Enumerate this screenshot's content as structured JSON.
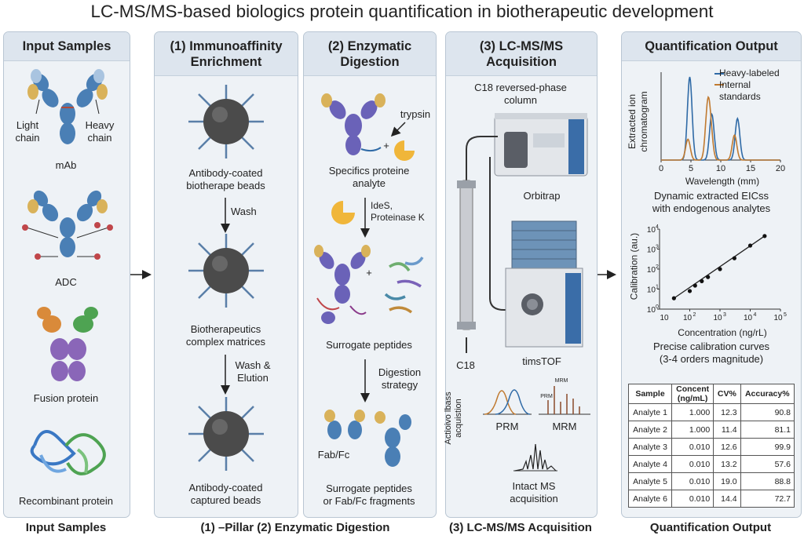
{
  "title": "LC-MS/MS-based biologics protein quantification in biotherapeutic development",
  "panel1": {
    "header": "Input Samples",
    "light_chain": "Light\nchain",
    "heavy_chain": "Heavy\nchain",
    "mab": "mAb",
    "adc": "ADC",
    "fusion": "Fusion protein",
    "recombinant": "Recombinant protein"
  },
  "panel2": {
    "header": "(1) Immunoaffinity\nEnrichment",
    "beads1": "Antibody-coated\nbiotherape beads",
    "wash": "Wash",
    "complex": "Biotherapeutics\ncomplex matrices",
    "wash_elution": "Wash &\nElution",
    "captured": "Antibody-coated\ncaptured beads"
  },
  "panel3": {
    "header": "(2) Enzymatic\nDigestion",
    "trypsin": "trypsin",
    "plus": "+",
    "analyte": "Specifics proteine\nanalyte",
    "enzymes": "IdeS,\nProteinase K",
    "surrogate": "Surrogate peptides",
    "strategy": "Digestion\nstrategy",
    "fabfc": "Fab/Fc",
    "fragments": "Surrogate peptides\nor Fab/Fc fragments"
  },
  "panel4": {
    "header": "(3) LC-MS/MS\nAcquisition",
    "column": "C18 reversed-phase\ncolumn",
    "orbitrap": "Orbitrap",
    "c18": "C18",
    "timstof": "timsTOF",
    "acq_axis": "Actioivo lbass\nacquistion",
    "prm": "PRM",
    "mrm": "MRM",
    "mrm_tag": "MRM",
    "prm_tag": "PRM",
    "intact": "Intact MS\nacquisition"
  },
  "panel5": {
    "header": "Quantification Output",
    "eic_ylabel": "Extracted ion\nchromatogram",
    "eic_xlabel": "Wavelength (mm)",
    "eic_legend": [
      "Heavy-labeled",
      "Internal\nstandards"
    ],
    "eic_ticks": [
      "0",
      "5",
      "10",
      "15",
      "20"
    ],
    "eic_caption": "Dynamic extracted EICss\nwith endogenous analytes",
    "cal_ylabel": "Calibration (au.)",
    "cal_xlabel": "Concentration (ng/rL)",
    "cal_caption": "Precise calibration curves\n(3-4 orders magnitude)"
  },
  "colors": {
    "heavy": "#2f6aa6",
    "internal": "#c07a30"
  },
  "chart_data": [
    {
      "type": "line",
      "title": "",
      "xlabel": "Wavelength (mm)",
      "ylabel": "Extracted ion chromatogram",
      "xlim": [
        0,
        20
      ],
      "series": [
        {
          "name": "Heavy-labeled",
          "peaks": [
            [
              4.8,
              1.0
            ],
            [
              8.5,
              0.55
            ],
            [
              12.8,
              0.5
            ]
          ]
        },
        {
          "name": "Internal standards",
          "peaks": [
            [
              4.5,
              0.25
            ],
            [
              7.8,
              0.6
            ],
            [
              8.3,
              0.3
            ],
            [
              12.3,
              0.3
            ]
          ]
        }
      ]
    },
    {
      "type": "scatter",
      "title": "",
      "xlabel": "Concentration (ng/rL)",
      "ylabel": "Calibration (au.)",
      "xscale": "log",
      "yscale": "log",
      "xlim": [
        10,
        100000
      ],
      "ylim": [
        1,
        10000
      ],
      "x": [
        30,
        100,
        150,
        250,
        400,
        1000,
        3000,
        10000,
        30000
      ],
      "y": [
        3.5,
        8,
        15,
        25,
        40,
        100,
        350,
        1500,
        4500
      ]
    },
    {
      "type": "table",
      "columns": [
        "Sample",
        "Concent\n(ng/mL)",
        "CV%",
        "Accuracy%"
      ],
      "rows": [
        [
          "Analyte 1",
          "1.000",
          "12.3",
          "90.8"
        ],
        [
          "Analyte 2",
          "1.000",
          "11.4",
          "81.1"
        ],
        [
          "Analyte 3",
          "0.010",
          "12.6",
          "99.9"
        ],
        [
          "Analyte 4",
          "0.010",
          "13.2",
          "57.6"
        ],
        [
          "Analyte 5",
          "0.010",
          "19.0",
          "88.8"
        ],
        [
          "Analyte 6",
          "0.010",
          "14.4",
          "72.7"
        ]
      ]
    }
  ],
  "footer": {
    "f1": "Input Samples",
    "f2": "(1) –Pillar (2) Enzymatic Digestion",
    "f3": "(3) LC-MS/MS Acquisition",
    "f4": "Quantification Output"
  }
}
